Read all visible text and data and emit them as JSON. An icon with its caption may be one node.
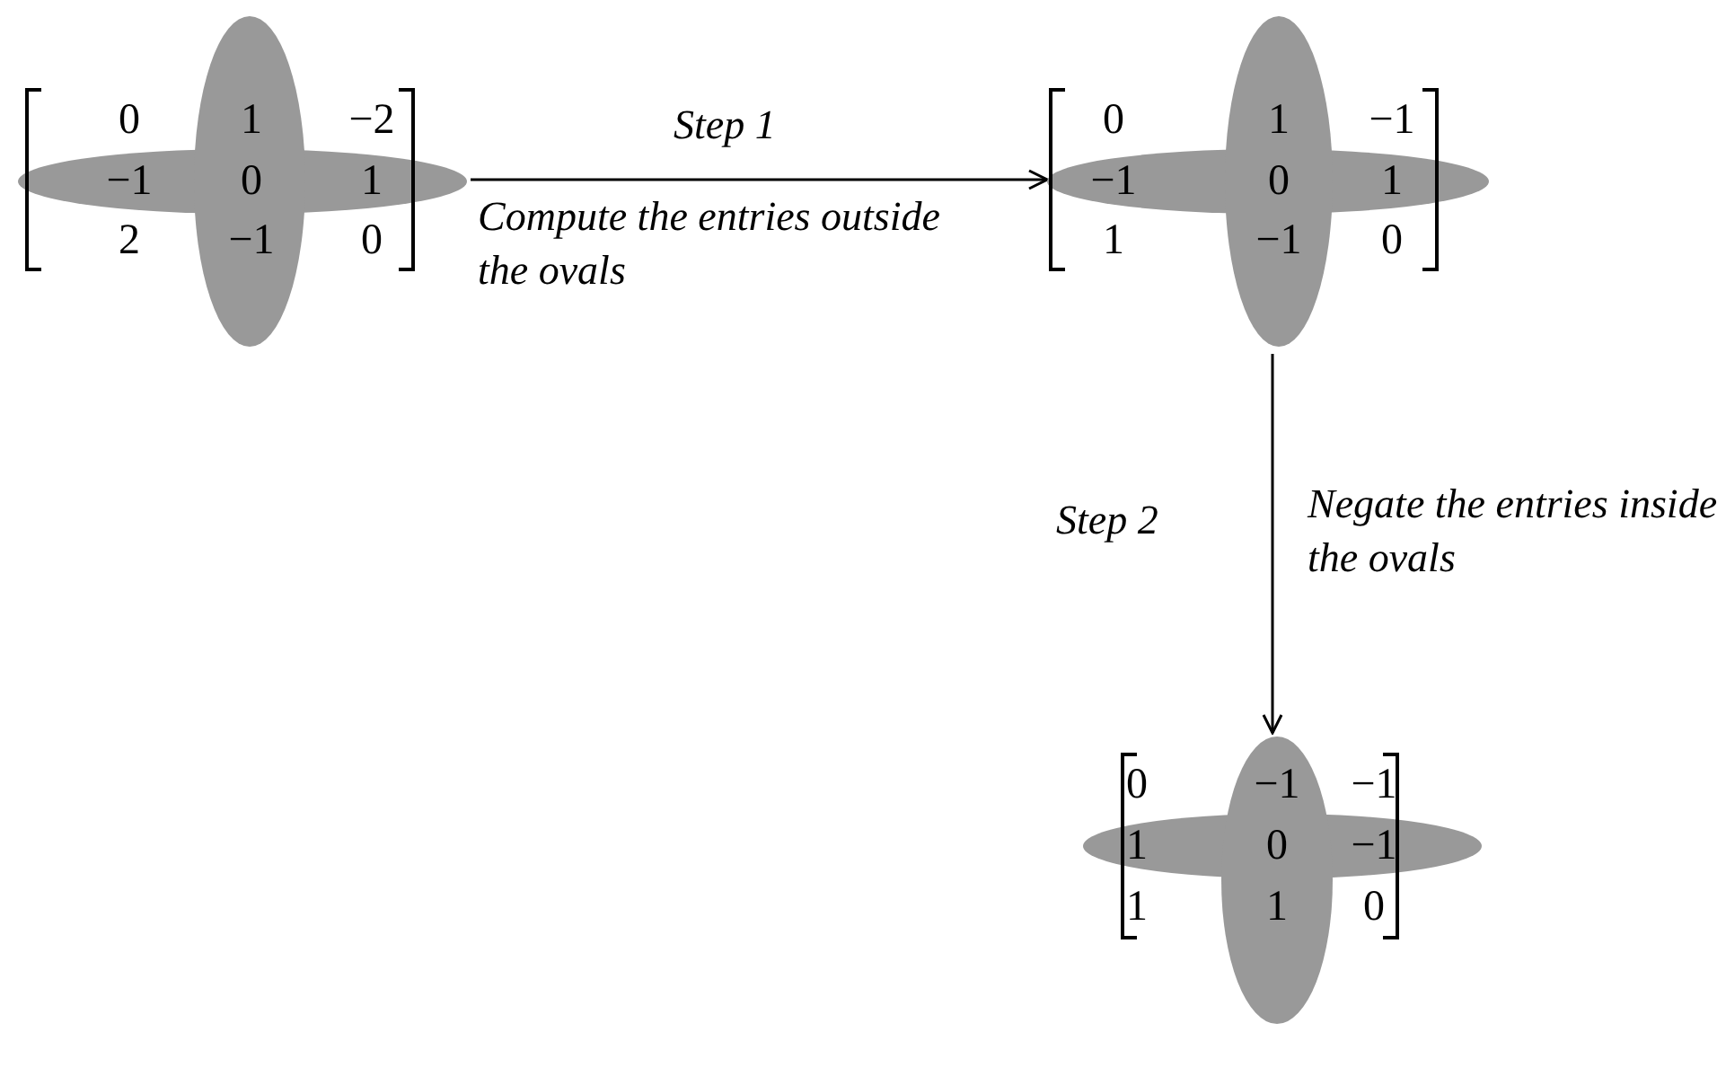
{
  "diagram": {
    "nodes": [
      {
        "text": [
          "0",
          "1",
          "−2",
          "−1",
          "0",
          "1",
          "2",
          "−1",
          "0"
        ]
      },
      {
        "text": [
          "0",
          "1",
          "−1",
          "−1",
          "0",
          "1",
          "1",
          "−1",
          "0"
        ]
      },
      {
        "text": [
          "0",
          "−1",
          "−1",
          "1",
          "0",
          "−1",
          "1",
          "1",
          "0"
        ]
      }
    ],
    "edges": [
      {
        "from": 0,
        "to": 1,
        "arrow": "to",
        "label": "Step 1"
      },
      {
        "from": 1,
        "to": 2,
        "arrow": "to",
        "label": "Step 2"
      }
    ],
    "labels": [
      "Compute the entries outside the ovals",
      "Negate the entries inside the ovals"
    ]
  }
}
